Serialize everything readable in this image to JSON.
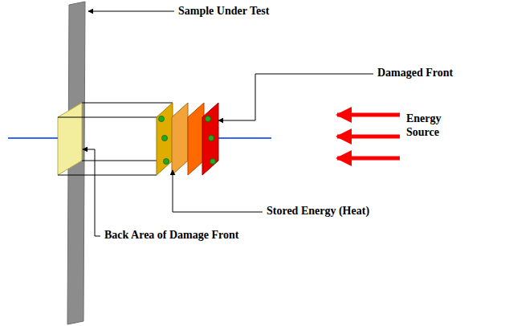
{
  "diagram": {
    "labels": [
      "Sample Under Test",
      "Damaged Front",
      "Energy Source",
      "Stored Energy (Heat)",
      "Back Area of Damage Front"
    ]
  }
}
